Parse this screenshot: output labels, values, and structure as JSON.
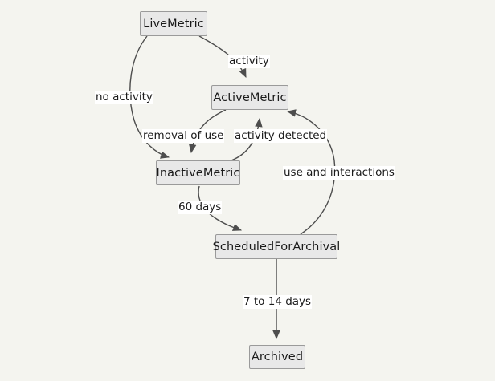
{
  "diagram": {
    "type": "state-machine-diagram",
    "background_color": "#f4f4ef",
    "node_fill_color": "#e8e8e8",
    "node_border_color": "#9a9a9a",
    "edge_color": "#4d4d4d",
    "label_background_color": "#ffffff",
    "text_color": "#1a1a1a",
    "nodes": [
      {
        "id": "live",
        "label": "LiveMetric"
      },
      {
        "id": "active",
        "label": "ActiveMetric"
      },
      {
        "id": "inactive",
        "label": "InactiveMetric"
      },
      {
        "id": "scheduled",
        "label": "ScheduledForArchival"
      },
      {
        "id": "archived",
        "label": "Archived"
      }
    ],
    "edges": [
      {
        "from": "live",
        "to": "active",
        "label": "activity"
      },
      {
        "from": "live",
        "to": "inactive",
        "label": "no activity"
      },
      {
        "from": "active",
        "to": "inactive",
        "label": "removal of use"
      },
      {
        "from": "inactive",
        "to": "active",
        "label": "activity detected"
      },
      {
        "from": "inactive",
        "to": "scheduled",
        "label": "60 days"
      },
      {
        "from": "scheduled",
        "to": "active",
        "label": "use and interactions"
      },
      {
        "from": "scheduled",
        "to": "archived",
        "label": "7 to 14 days"
      }
    ]
  }
}
